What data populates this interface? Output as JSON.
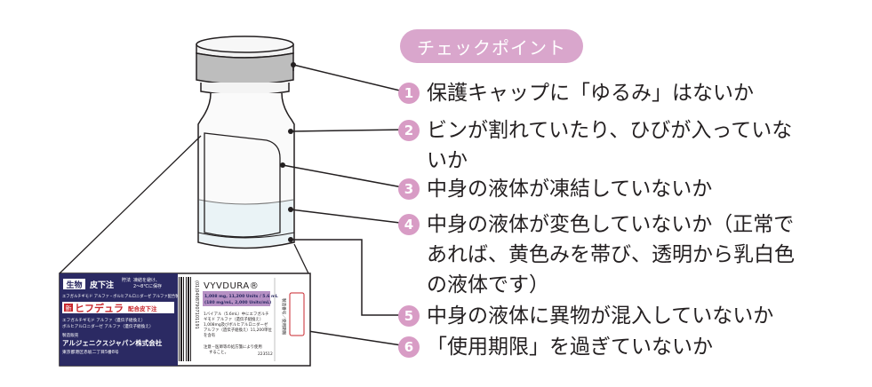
{
  "badge": "チェックポイント",
  "items": [
    {
      "num": "1",
      "text": "保護キャップに「ゆるみ」はないか"
    },
    {
      "num": "2",
      "text": "ビンが割れていたり、ひびが入っていな\nいか"
    },
    {
      "num": "3",
      "text": "中身の液体が凍結していないか"
    },
    {
      "num": "4",
      "text": "中身の液体が変色していないか（正常で\nあれば、黄色みを帯び、透明から乳白色\nの液体です）"
    },
    {
      "num": "5",
      "text": "中身の液体に異物が混入していないか"
    },
    {
      "num": "6",
      "text": "「使用期限」を過ぎていないか"
    }
  ],
  "label": {
    "class_tag": "生物",
    "route": "皮下注",
    "storage": "凍結を避け、\n2～8℃に保存",
    "storage_prefix": "貯法",
    "generic_name": "エフガルチギモド アルファ・ボルヒアルロニダーゼ アルファ配合製剤",
    "brand_prefix": "新",
    "brand": "ヒフデュラ",
    "brand_suffix": "配合皮下注",
    "ingredient_1": "エフガルチギモド アルファ（遺伝子組換え）",
    "ingredient_2": "ボルヒアルロニダーゼ アルファ（遺伝子組換え）",
    "seller_title": "製造販売",
    "company": "アルジェニクスジャパン株式会社",
    "address": "東京都港区赤坂二丁目5番8号",
    "barcode_number": "(01)04987907101191",
    "product": "VYVDURA®",
    "strength_1": "1,008 mg, 11,200 Units / 5.6 mL",
    "strength_2": "(180 mg/mL, 2,000 Units/mL)",
    "composition_1": "1バイアル（5.6mL）中にエフガルチ",
    "composition_2": "ギモド アルファ（遺伝子組換え）",
    "composition_3": "1,008mg及びボルヒアルロニダーゼ",
    "composition_4": "アルファ（遺伝子組換え）11,200単位",
    "composition_5": "を含有",
    "warning_1": "注意－医師等の処方箋により使用",
    "warning_2": "すること。",
    "code": "223512",
    "lot_label": "製造番号／使用期限"
  },
  "colors": {
    "badge": "#d9a6cc",
    "number": "#d89cc5",
    "navy": "#2b2a63",
    "purple_band": "#b690c4",
    "red_brand": "#c8262c"
  }
}
